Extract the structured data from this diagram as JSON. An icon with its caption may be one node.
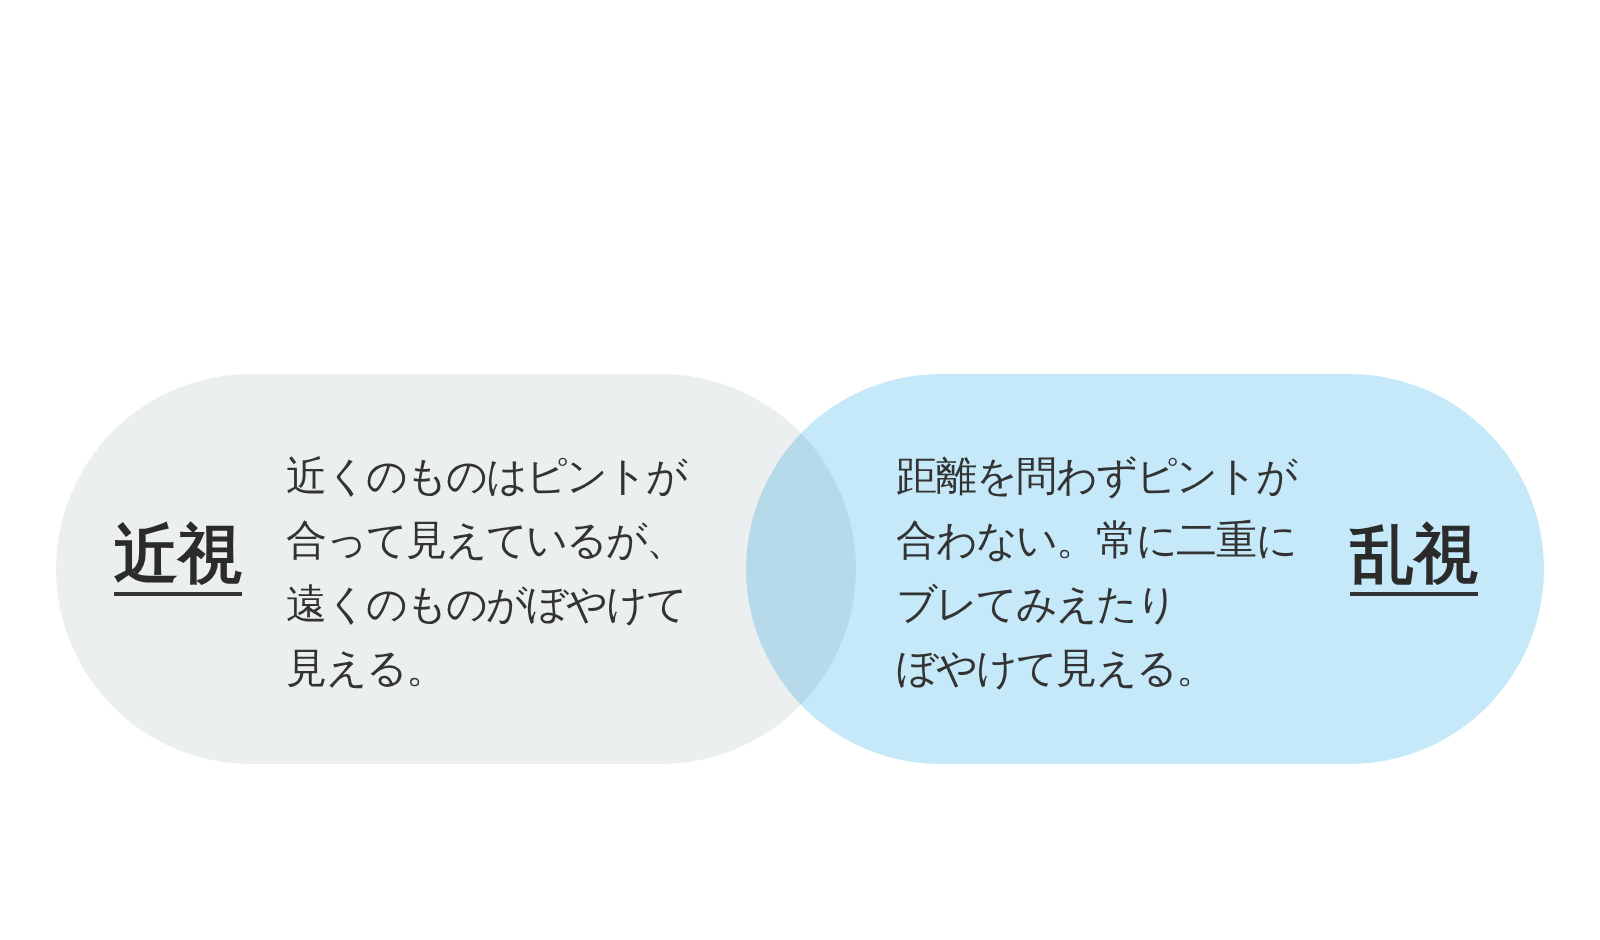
{
  "diagram": {
    "nodes": [
      {
        "text": [
          "近視",
          "近くのものはピントが合って見えているが、遠くのものがぼやけて見える。"
        ]
      },
      {
        "text": [
          "距離を問わずピントが合わない。常に二重にブレてみえたりぼやけて見える。",
          "乱視"
        ]
      }
    ]
  }
}
